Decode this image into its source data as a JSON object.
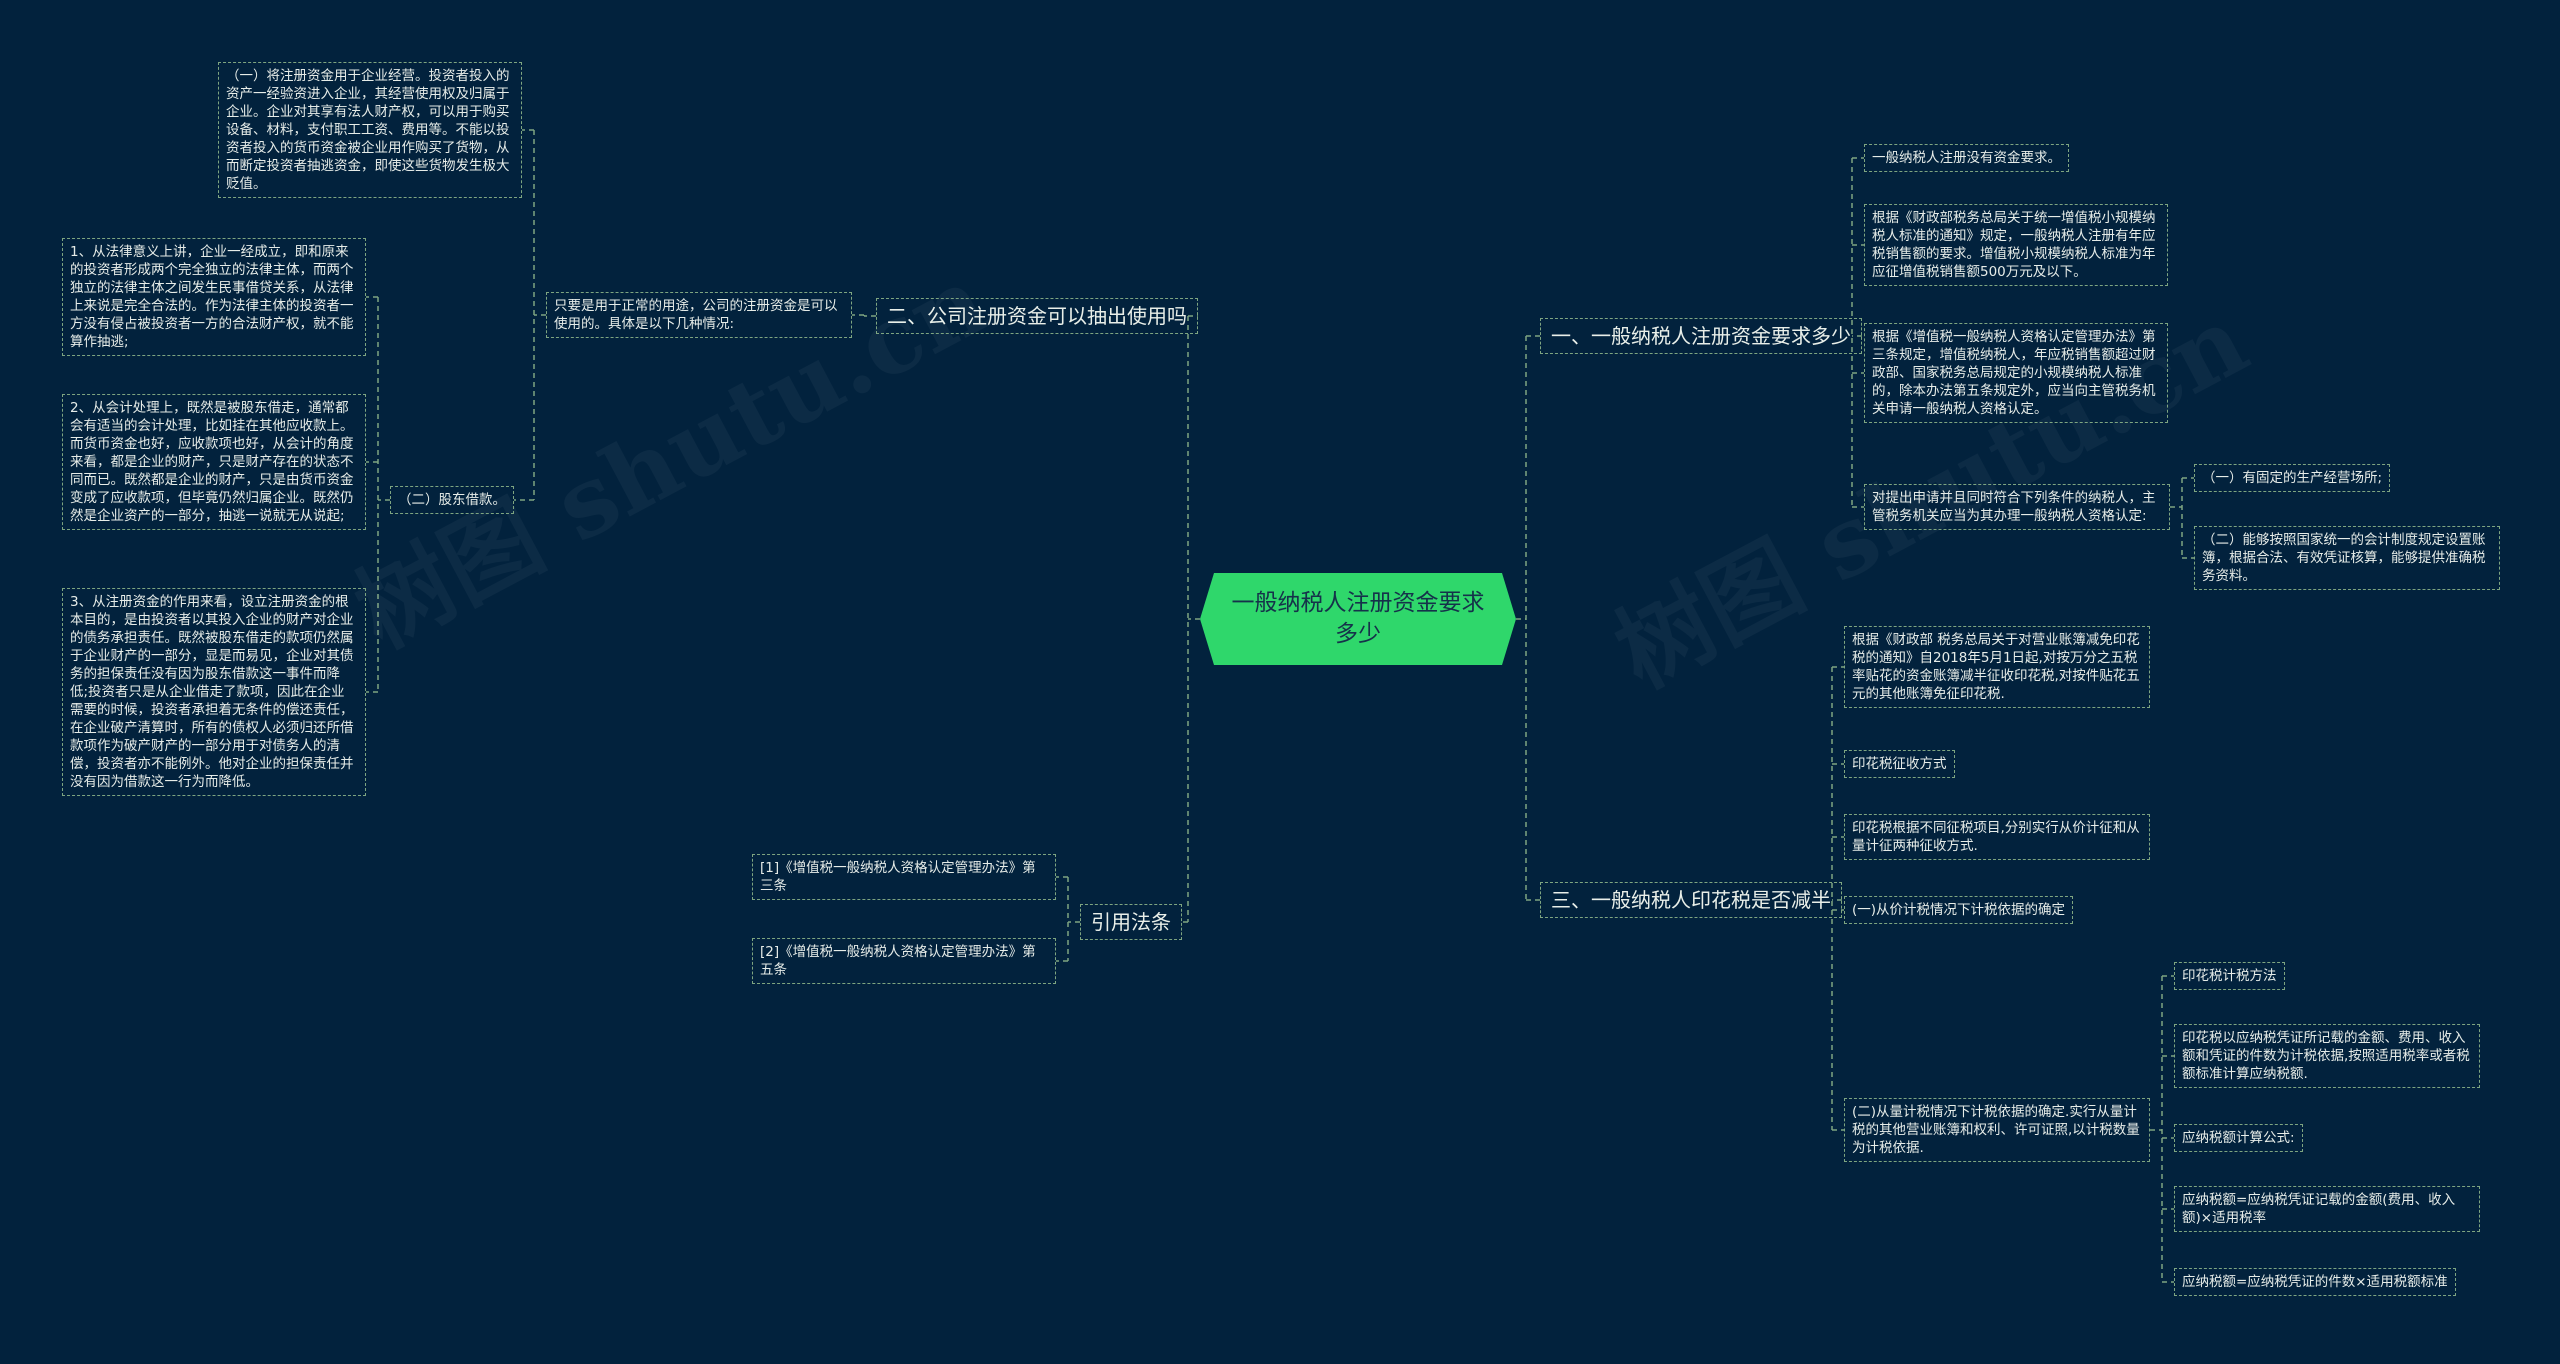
{
  "root": "一般纳税人注册资金要求多少",
  "branches": {
    "b1": "一、一般纳税人注册资金要求多少",
    "b2": "二、公司注册资金可以抽出使用吗",
    "b3": "三、一般纳税人印花税是否减半",
    "b4": "引用法条"
  },
  "b1_children": {
    "n1": "一般纳税人注册没有资金要求。",
    "n2": "根据《财政部税务总局关于统一增值税小规模纳税人标准的通知》规定，一般纳税人注册有年应税销售额的要求。增值税小规模纳税人标准为年应征增值税销售额500万元及以下。",
    "n3": "根据《增值税一般纳税人资格认定管理办法》第三条规定，增值税纳税人，年应税销售额超过财政部、国家税务总局规定的小规模纳税人标准的，除本办法第五条规定外，应当向主管税务机关申请一般纳税人资格认定。",
    "n4": "对提出申请并且同时符合下列条件的纳税人，主管税务机关应当为其办理一般纳税人资格认定:",
    "n4a": "（一）有固定的生产经营场所;",
    "n4b": "（二）能够按照国家统一的会计制度规定设置账簿，根据合法、有效凭证核算，能够提供准确税务资料。"
  },
  "b2_children": {
    "intro": "只要是用于正常的用途，公司的注册资金是可以使用的。具体是以下几种情况:",
    "c1": "（一）将注册资金用于企业经营。投资者投入的资产一经验资进入企业，其经营使用权及归属于企业。企业对其享有法人财产权，可以用于购买设备、材料，支付职工工资、费用等。不能以投资者投入的货币资金被企业用作购买了货物，从而断定投资者抽逃资金，即使这些货物发生极大贬值。",
    "c2": "（二）股东借款。",
    "c2a": "1、从法律意义上讲，企业一经成立，即和原来的投资者形成两个完全独立的法律主体，而两个独立的法律主体之间发生民事借贷关系，从法律上来说是完全合法的。作为法律主体的投资者一方没有侵占被投资者一方的合法财产权，就不能算作抽逃;",
    "c2b": "2、从会计处理上，既然是被股东借走，通常都会有适当的会计处理，比如挂在其他应收款上。而货币资金也好，应收款项也好，从会计的角度来看，都是企业的财产，只是财产存在的状态不同而已。既然都是企业的财产，只是由货币资金变成了应收款项，但毕竟仍然归属企业。既然仍然是企业资产的一部分，抽逃一说就无从说起;",
    "c2c": "3、从注册资金的作用来看，设立注册资金的根本目的，是由投资者以其投入企业的财产对企业的债务承担责任。既然被股东借走的款项仍然属于企业财产的一部分，显是而易见，企业对其债务的担保责任没有因为股东借款这一事件而降低;投资者只是从企业借走了款项，因此在企业需要的时候，投资者承担着无条件的偿还责任，在企业破产清算时，所有的债权人必须归还所借款项作为破产财产的一部分用于对债务人的清偿，投资者亦不能例外。他对企业的担保责任并没有因为借款这一行为而降低。"
  },
  "b3_children": {
    "m1": "根据《财政部 税务总局关于对营业账簿减免印花税的通知》自2018年5月1日起,对按万分之五税率贴花的资金账簿减半征收印花税,对按件贴花五元的其他账簿免征印花税.",
    "m2": "印花税征收方式",
    "m3": "印花税根据不同征税项目,分别实行从价计征和从量计征两种征收方式.",
    "m4": "(一)从价计税情况下计税依据的确定",
    "m5": "(二)从量计税情况下计税依据的确定.实行从量计税的其他营业账簿和权利、许可证照,以计税数量为计税依据.",
    "m5a": "印花税计税方法",
    "m5b": "印花税以应纳税凭证所记载的金额、费用、收入额和凭证的件数为计税依据,按照适用税率或者税额标准计算应纳税额.",
    "m5c": "应纳税额计算公式:",
    "m5d": "应纳税额=应纳税凭证记载的金额(费用、收入额)×适用税率",
    "m5e": "应纳税额=应纳税凭证的件数×适用税额标准"
  },
  "b4_children": {
    "r1": "[1]《增值税一般纳税人资格认定管理办法》第三条",
    "r2": "[2]《增值税一般纳税人资格认定管理办法》第五条"
  },
  "watermark": "树图 shutu.cn",
  "colors": {
    "background": "#02223d",
    "root_fill": "#2fd76b",
    "line": "#7ea581",
    "text": "#e6ece8"
  }
}
